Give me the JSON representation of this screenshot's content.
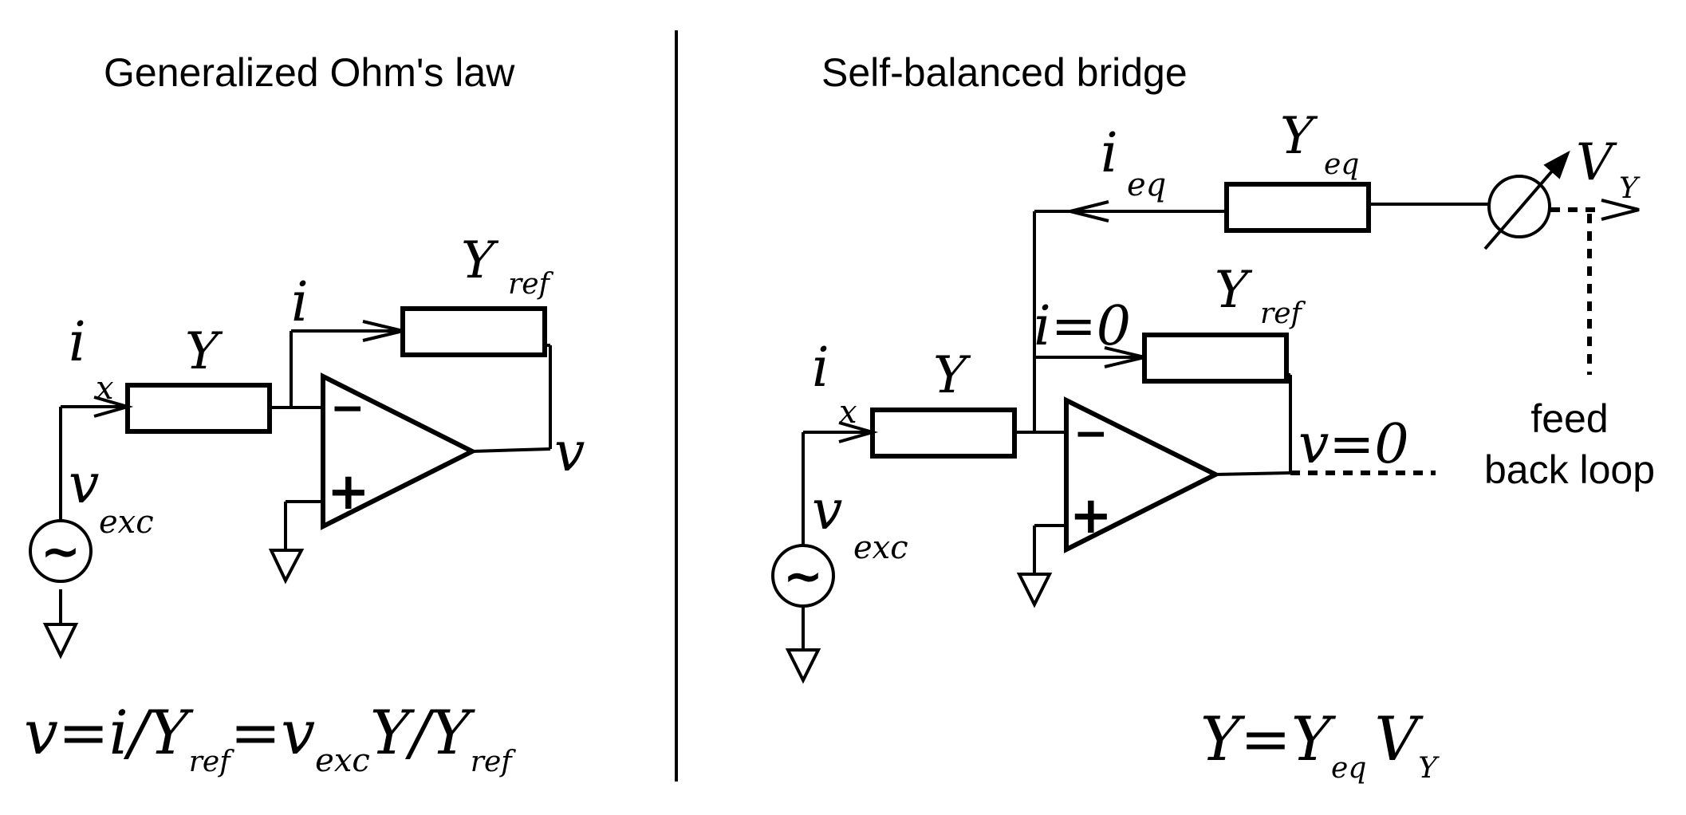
{
  "divider_color": "#000000",
  "left": {
    "title": "Generalized Ohm's law",
    "labels": {
      "ix_main": "i",
      "ix_sub": "x",
      "y": "Y",
      "i": "i",
      "yref_main": "Y",
      "yref_sub": "ref",
      "v": "v",
      "vexc_main": "v",
      "vexc_sub": "exc",
      "minus": "−",
      "plus": "+",
      "tilde": "~"
    },
    "equation": {
      "p1": "v=i/Y",
      "s1": "ref",
      "p2": "=v",
      "s2": "exc",
      "p3": "Y/Y",
      "s3": "ref"
    }
  },
  "right": {
    "title": "Self-balanced bridge",
    "labels": {
      "ieq_main": "i",
      "ieq_sub": "eq",
      "yeq_main": "Y",
      "yeq_sub": "eq",
      "vy_main": "V",
      "vy_sub": "Y",
      "i0": "i=0",
      "yref_main": "Y",
      "yref_sub": "ref",
      "ix_main": "i",
      "ix_sub": "x",
      "y": "Y",
      "v0": "v=0",
      "vexc_main": "v",
      "vexc_sub": "exc",
      "feedback_line1": "feed",
      "feedback_line2": "back loop",
      "minus": "−",
      "plus": "+",
      "tilde": "~"
    },
    "equation": {
      "p1": "Y=Y",
      "s1": "eq",
      "p2": "V",
      "s2": "Y"
    }
  }
}
